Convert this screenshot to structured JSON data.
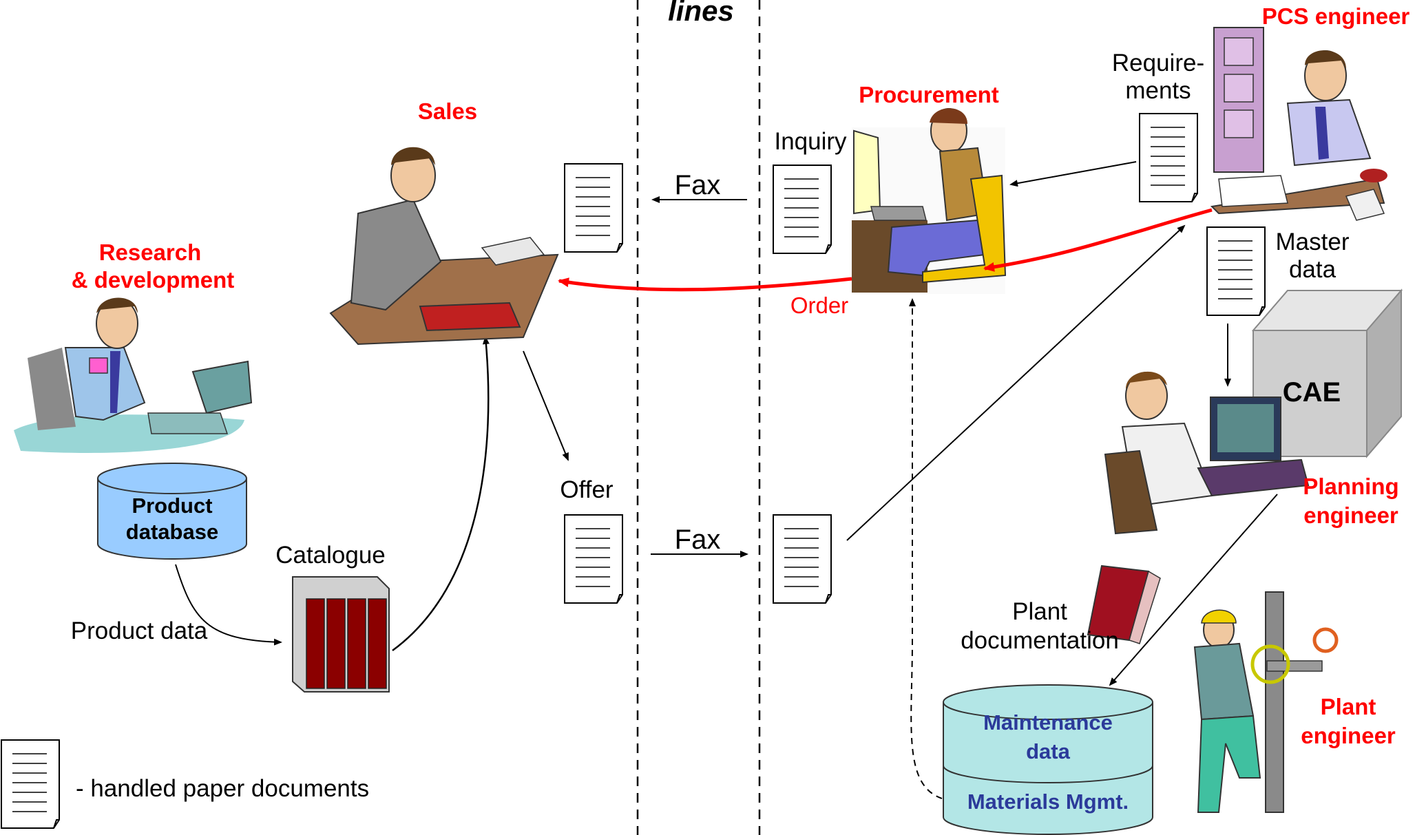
{
  "header": {
    "lines": "lines"
  },
  "roles": {
    "sales": "Sales",
    "rnd_1": "Research",
    "rnd_2": "& development",
    "procurement": "Procurement",
    "pcs_engineer": "PCS engineer",
    "planning_1": "Planning",
    "planning_2": "engineer",
    "plant_1": "Plant",
    "plant_2": "engineer"
  },
  "labels": {
    "requirements_1": "Require-",
    "requirements_2": "ments",
    "inquiry": "Inquiry",
    "fax_top": "Fax",
    "fax_bottom": "Fax",
    "order": "Order",
    "master_1": "Master",
    "master_2": "data",
    "offer": "Offer",
    "catalogue": "Catalogue",
    "product_data": "Product data",
    "plant_doc_1": "Plant",
    "plant_doc_2": "documentation",
    "legend": "- handled paper documents",
    "cae": "CAE"
  },
  "databases": {
    "product_1": "Product",
    "product_2": "database",
    "maintenance_1": "Maintenance",
    "maintenance_2": "data",
    "materials": "Materials Mgmt."
  },
  "colors": {
    "role_red": "#ff0000",
    "db_cyan": "#99ccff",
    "db_teal": "#b3e6e6",
    "db_text": "#2b3a9a"
  }
}
